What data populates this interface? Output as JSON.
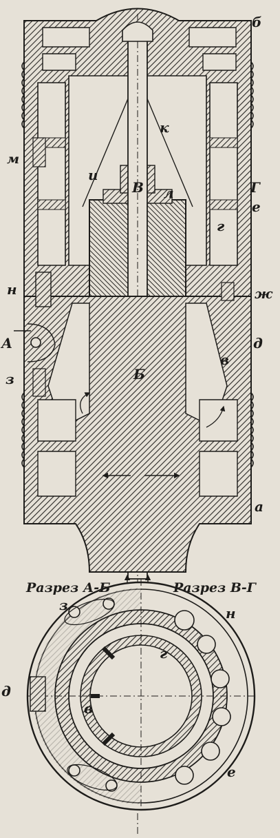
{
  "labels": {
    "b_top": "б",
    "k": "к",
    "m": "м",
    "i": "и",
    "v_big": "В",
    "l": "л",
    "g_big": "Г",
    "e_top": "е",
    "g_small": "г",
    "n": "н",
    "zh": "ж",
    "a_big": "А",
    "d_right": "д",
    "v_small": "в",
    "b_big": "Б",
    "z": "з",
    "a_small": "а",
    "z_sec": "з",
    "n_sec": "н",
    "g_sec": "г",
    "d_sec": "д",
    "v_sec": "в",
    "e_sec": "е"
  },
  "captions": {
    "section_ab": "Разрез А-Б",
    "section_vg": "Разрез В-Г"
  },
  "colors": {
    "paper": "#e6e1d7",
    "ink": "#1d1c1a",
    "hatch": "#2a2826"
  }
}
